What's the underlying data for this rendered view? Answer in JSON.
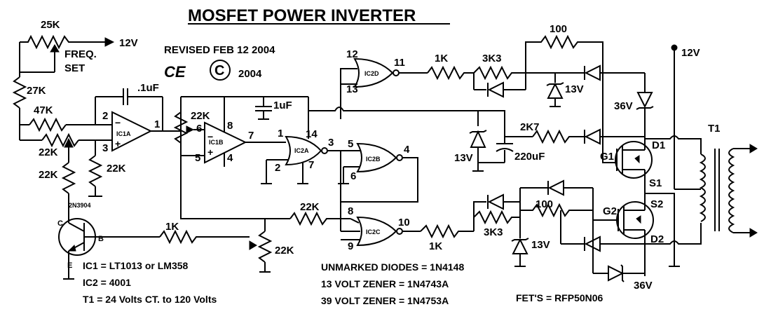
{
  "title": "MOSFET POWER INVERTER",
  "revision": "REVISED FEB 12 2004",
  "ce_mark": "CE",
  "copyright_symbol": "C",
  "copyright_year": "2004",
  "supply": {
    "left": "12V",
    "right": "12V"
  },
  "freq_set": {
    "line1": "FREQ.",
    "line2": "SET"
  },
  "resistors": {
    "r25k": "25K",
    "r27k": "27K",
    "r47k": "47K",
    "r22k_a": "22K",
    "r22k_b": "22K",
    "r22k_c": "22K",
    "r22k_ic1b": "22K",
    "r1k_base": "1K",
    "r22k_fb": "22K",
    "r22k_pot": "22K",
    "r1k_top": "1K",
    "r3k3_top": "3K3",
    "r100_top": "100",
    "r2k7": "2K7",
    "r3k3_bot": "3K3",
    "r100_bot": "100",
    "r1k_bot": "1K"
  },
  "capacitors": {
    "c_ic1a": ".1uF",
    "c_top": "1uF",
    "c_220": "220uF"
  },
  "zeners": {
    "z13_a": "13V",
    "z13_b": "13V",
    "z13_c": "13V",
    "z36_a": "36V",
    "z36_b": "36V"
  },
  "transistor": {
    "type": "2N3904",
    "c": "C",
    "b": "B",
    "e": "E"
  },
  "ics": {
    "ic1a": "IC1A",
    "ic1b": "IC1B",
    "ic2a": "IC2A",
    "ic2b": "IC2B",
    "ic2c": "IC2C",
    "ic2d": "IC2D"
  },
  "pins": {
    "ic1a_2": "2",
    "ic1a_3": "3",
    "ic1a_1": "1",
    "ic1b_6": "6",
    "ic1b_5": "5",
    "ic1b_8": "8",
    "ic1b_4": "4",
    "ic1b_7": "7",
    "ic2a_1": "1",
    "ic2a_2": "2",
    "ic2a_14": "14",
    "ic2a_7": "7",
    "ic2a_3": "3",
    "ic2b_5": "5",
    "ic2b_6": "6",
    "ic2b_4": "4",
    "ic2c_8": "8",
    "ic2c_9": "9",
    "ic2c_10": "10",
    "ic2d_12": "12",
    "ic2d_13": "13",
    "ic2d_11": "11"
  },
  "fets": {
    "g1": "G1",
    "g2": "G2",
    "s1": "S1",
    "s2": "S2",
    "d1": "D1",
    "d2": "D2"
  },
  "transformer": "T1",
  "notes": {
    "ic1": "IC1 = LT1013 or LM358",
    "ic2": "IC2 = 4001",
    "t1": "T1 = 24 Volts CT. to 120 Volts",
    "diodes": "UNMARKED DIODES = 1N4148",
    "z13": "13 VOLT ZENER = 1N4743A",
    "z39": "39 VOLT ZENER = 1N4753A",
    "fets": "FET'S = RFP50N06"
  }
}
